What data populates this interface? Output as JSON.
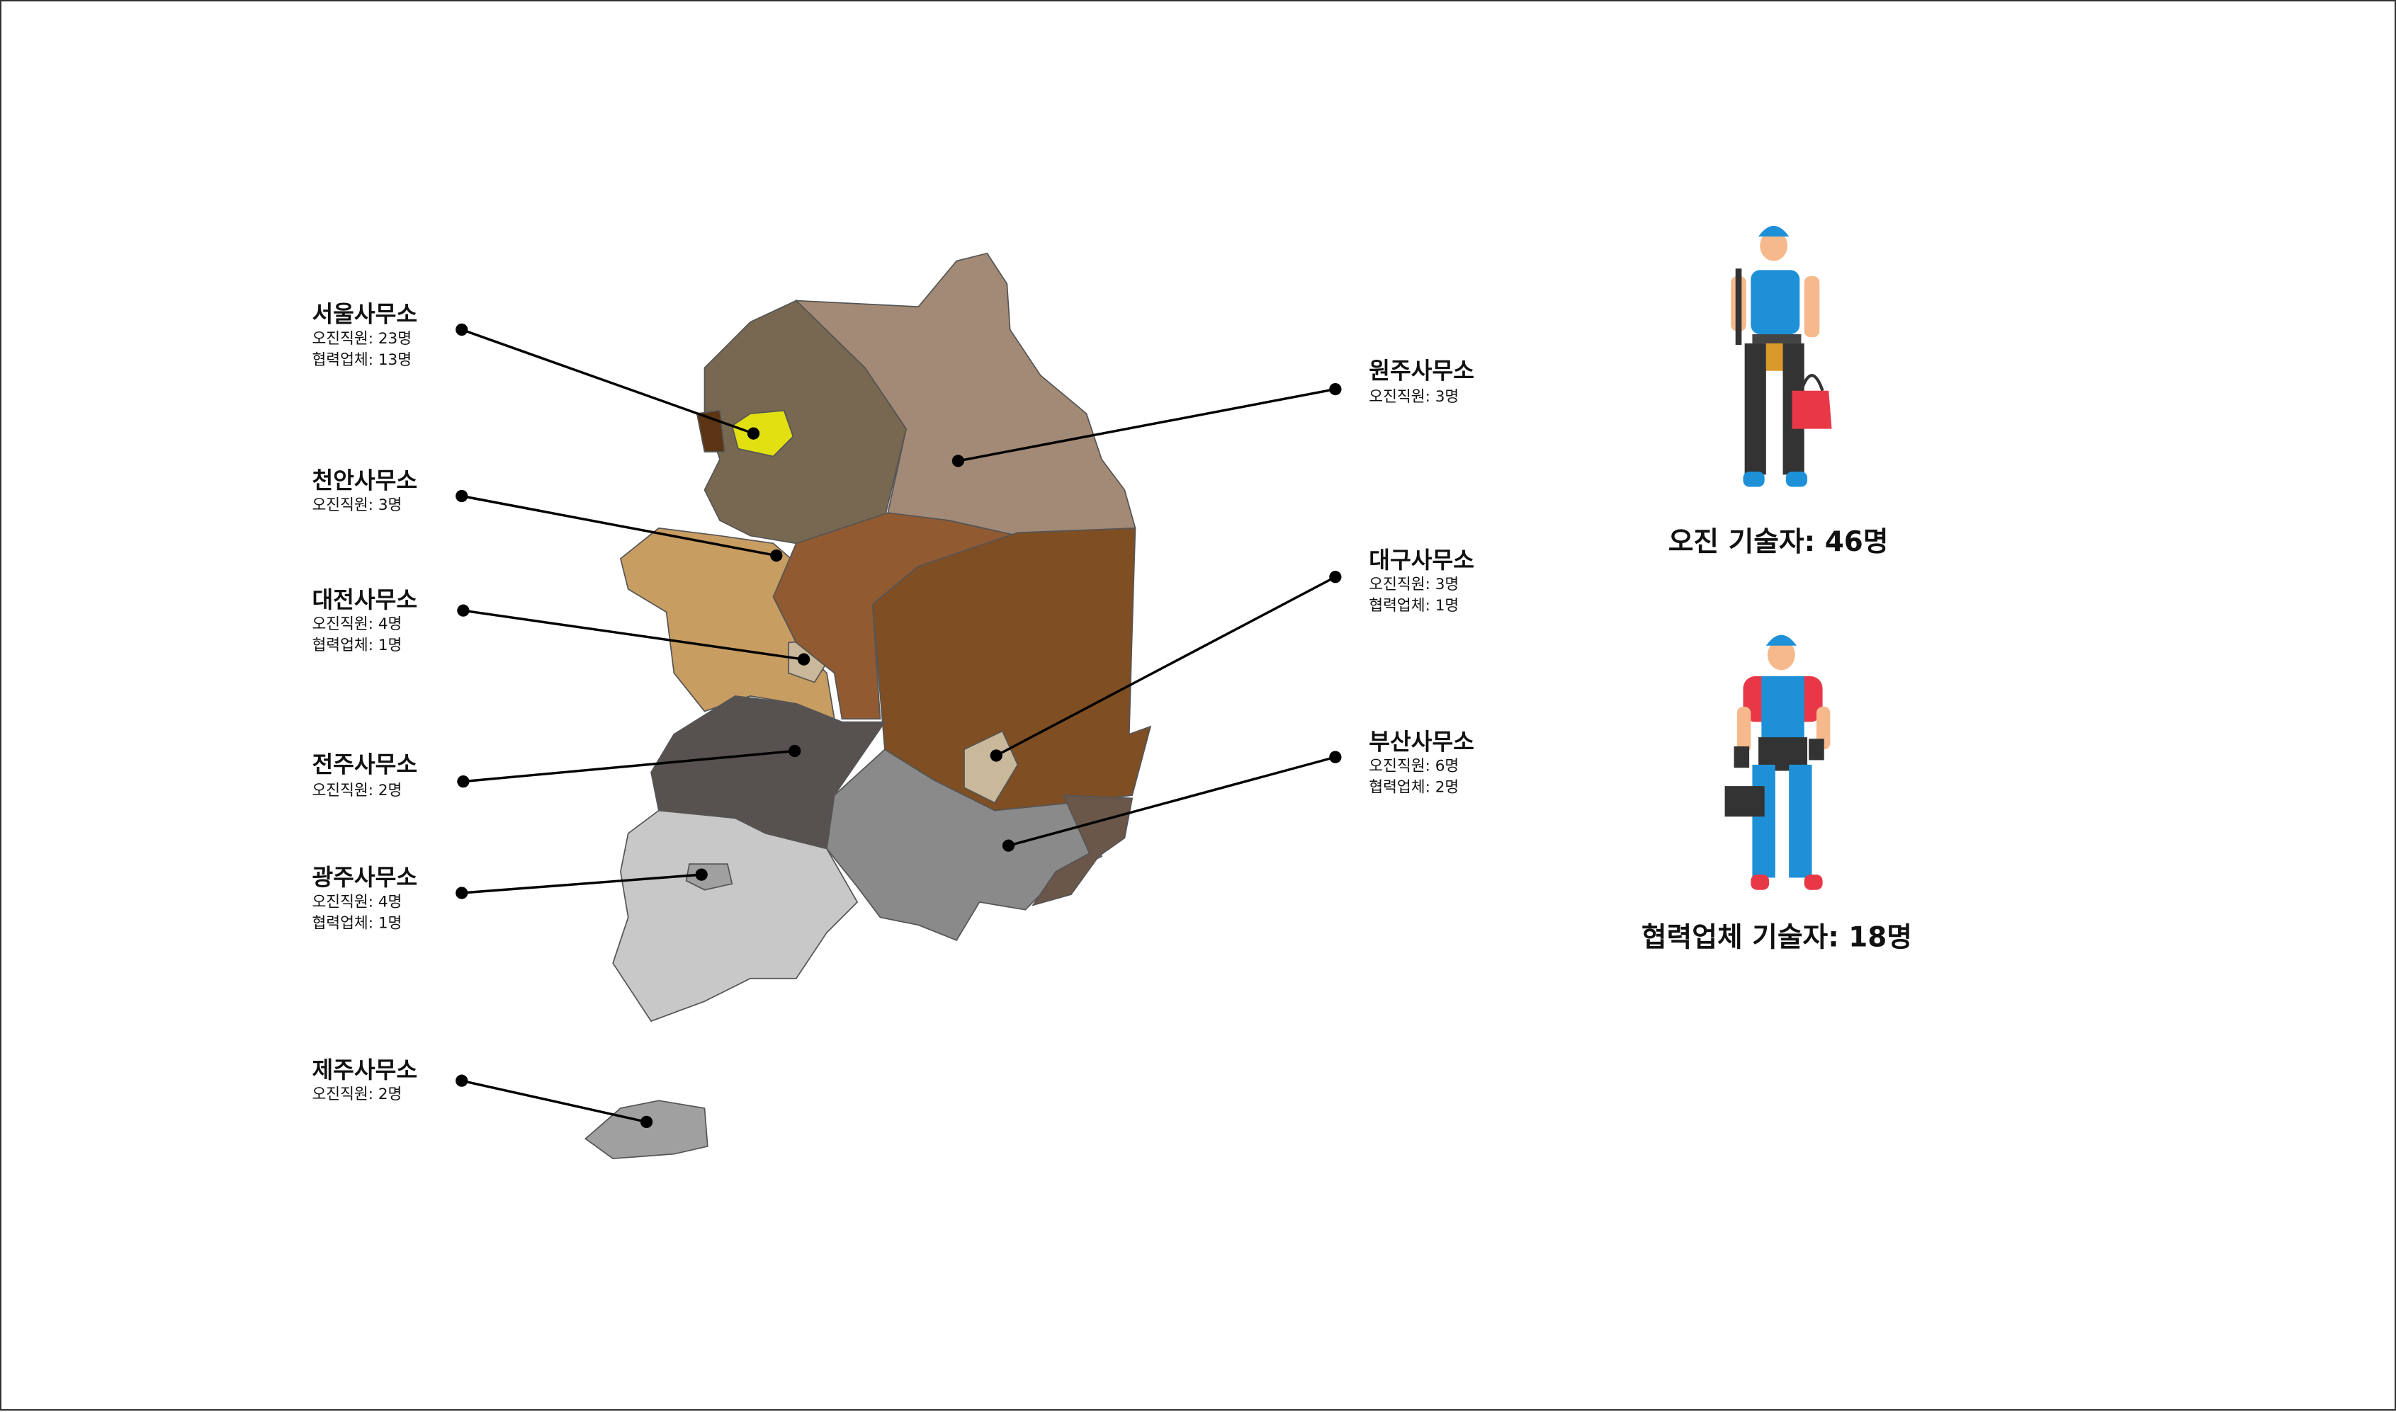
{
  "offices": {
    "seoul": {
      "name": "서울사무소",
      "lines": [
        "오진직원: 23명",
        "협력업체: 13명"
      ],
      "color": "#786851"
    },
    "cheonan": {
      "name": "천안사무소",
      "lines": [
        "오진직원: 3명"
      ],
      "color": "#c89d62"
    },
    "daejeon": {
      "name": "대전사무소",
      "lines": [
        "오진직원: 4명",
        "협력업체: 1명"
      ],
      "color": "#c9b899"
    },
    "jeonju": {
      "name": "전주사무소",
      "lines": [
        "오진직원: 2명"
      ],
      "color": "#575150"
    },
    "gwangju": {
      "name": "광주사무소",
      "lines": [
        "오진직원: 4명",
        "협력업체: 1명"
      ],
      "color": "#c8c8c8"
    },
    "jeju": {
      "name": "제주사무소",
      "lines": [
        "오진직원: 2명"
      ],
      "color": "#a0a0a0"
    },
    "wonju": {
      "name": "원주사무소",
      "lines": [
        "오진직원: 3명"
      ],
      "color": "#a38a76"
    },
    "daegu": {
      "name": "대구사무소",
      "lines": [
        "오진직원: 3명",
        "협력업체: 1명"
      ],
      "color": "#7f4e22"
    },
    "busan": {
      "name": "부산사무소",
      "lines": [
        "오진직원: 6명",
        "협력업체: 2명"
      ],
      "color": "#8a8a8a"
    }
  },
  "summary": {
    "ojin_technicians": "오진 기술자: 46명",
    "partner_technicians": "협력업체 기술자: 18명"
  },
  "colors": {
    "seoul_city": "#e3e012",
    "incheon": "#5a3413",
    "chungbuk": "#915a31",
    "ulsan": "#6b564a"
  }
}
